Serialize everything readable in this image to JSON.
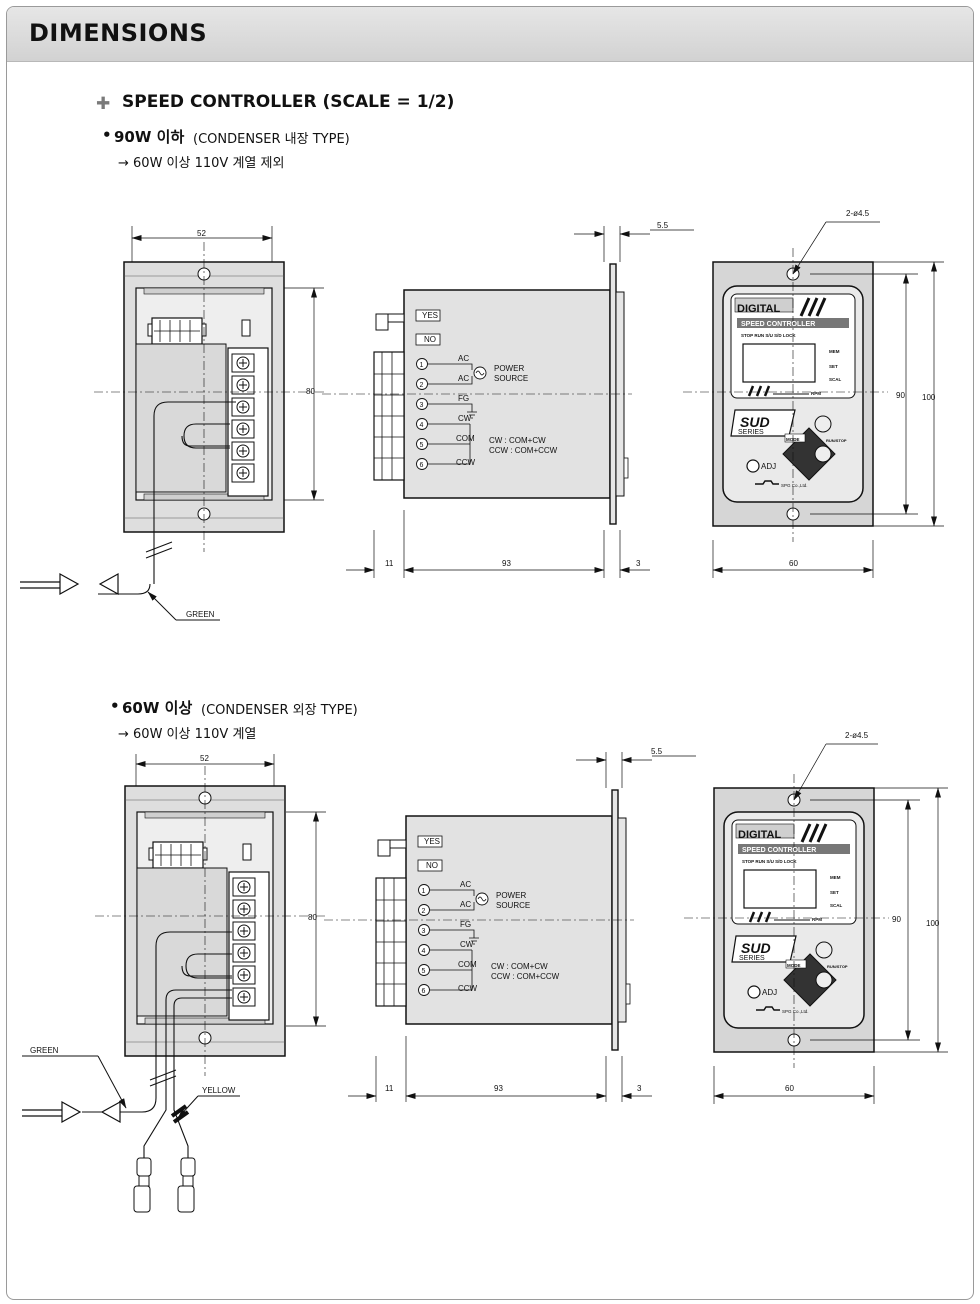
{
  "header": {
    "title": "DIMENSIONS"
  },
  "section_title": "SPEED CONTROLLER (SCALE = 1/2)",
  "part1": {
    "heading_bold": "90W 이하",
    "heading_rest": "(CONDENSER 내장 TYPE)",
    "note": "→ 60W 이상 110V 계열 제외",
    "wire_label": "GREEN"
  },
  "part2": {
    "heading_bold": "60W 이상",
    "heading_rest": "(CONDENSER 외장 TYPE)",
    "note": "→ 60W 이상 110V 계열",
    "wire_label_green": "GREEN",
    "wire_label_yellow": "YELLOW"
  },
  "dims": {
    "width_52": "52",
    "height_80": "80",
    "depth_5_5": "5.5",
    "depth_11": "11",
    "depth_93": "93",
    "depth_3": "3",
    "hole": "2-ø4.5",
    "height_90": "90",
    "height_100": "100",
    "width_60": "60"
  },
  "side_labels": {
    "yes": "YES",
    "no": "NO",
    "ac": "AC",
    "power": "POWER",
    "source": "SOURCE",
    "fg": "FG",
    "cw": "CW",
    "com": "COM",
    "ccw": "CCW",
    "cw_rule": "CW : COM+CW",
    "ccw_rule": "CCW : COM+CCW",
    "n1": "1",
    "n2": "2",
    "n3": "3",
    "n4": "4",
    "n5": "5",
    "n6": "6"
  },
  "front_panel": {
    "digital": "DIGITAL",
    "speed_controller": "SPEED CONTROLLER",
    "status_row": "STOP RUN S/U S/D LOCK",
    "ind1": "MEM",
    "ind2": "SET",
    "ind3": "SCAL",
    "rpm": "RPM",
    "sud": "SUD",
    "series": "SERIES",
    "mode": "MODE",
    "run_stop": "RUN/STOP",
    "adj": "ADJ",
    "company": "SPG Co.,Ltd."
  }
}
